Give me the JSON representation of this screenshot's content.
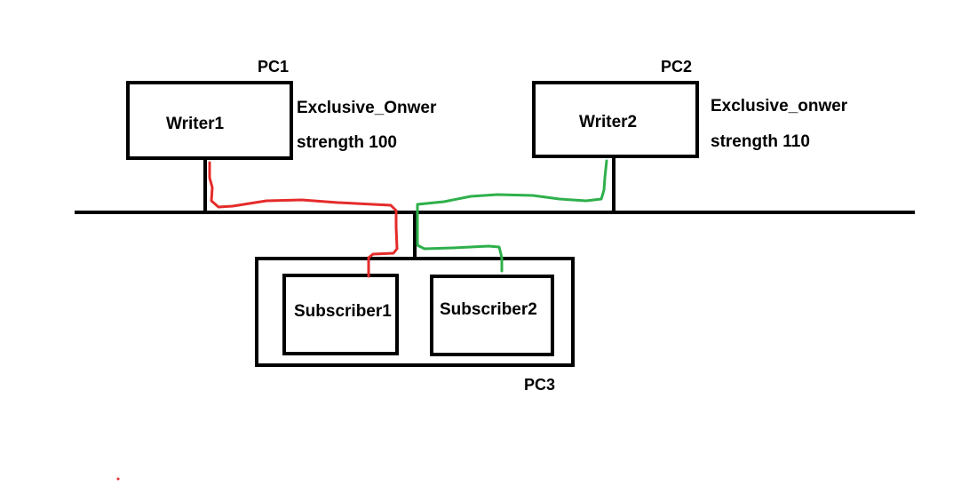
{
  "pc1": {
    "label": "PC1",
    "writer": "Writer1",
    "ownership": "Exclusive_Onwer",
    "strength": "strength 100"
  },
  "pc2": {
    "label": "PC2",
    "writer": "Writer2",
    "ownership": "Exclusive_onwer",
    "strength": "strength 110"
  },
  "pc3": {
    "label": "PC3",
    "subscriber1": "Subscriber1",
    "subscriber2": "Subscriber2"
  },
  "colors": {
    "stroke": "#000000",
    "writer1_path": "#e52b2b",
    "writer2_path": "#2eb04b",
    "background": "#ffffff"
  }
}
